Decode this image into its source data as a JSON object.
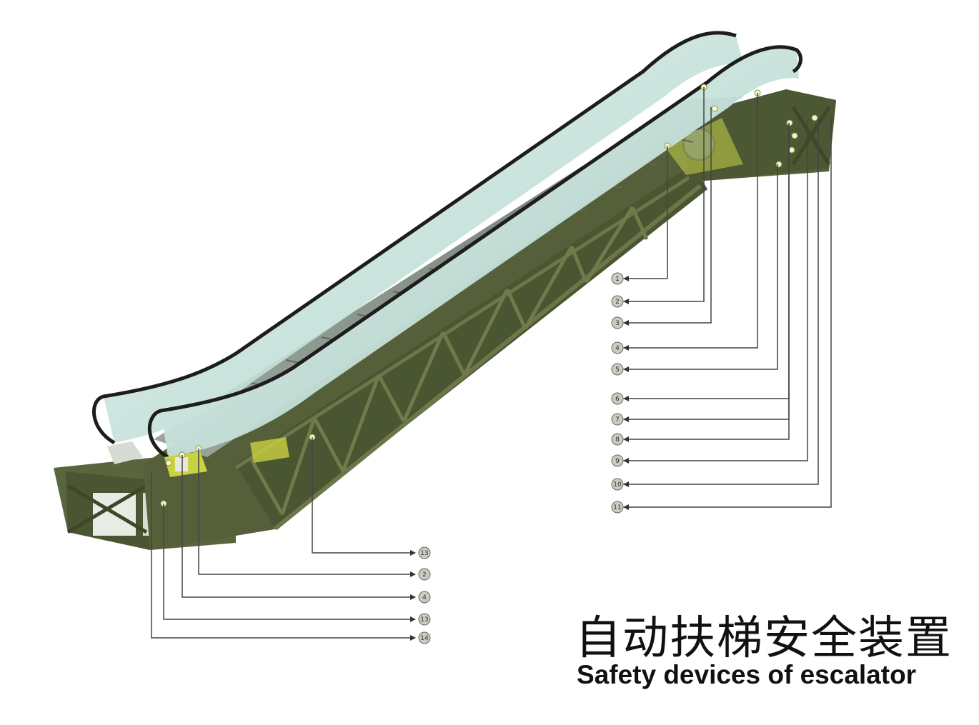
{
  "title_zh": "自动扶梯安全装置",
  "title_en": "Safety devices of escalator",
  "colors": {
    "truss": "#4f5a35",
    "truss_dark": "#3e4728",
    "glass": "#cde6e0",
    "handrail": "#1d1d1d",
    "steps": "#7d8a80",
    "leader": "#444444",
    "marker_fill": "#c9ccbf",
    "device_yellow": "#d8e04a"
  },
  "callouts_right": [
    "1",
    "2",
    "3",
    "4",
    "5",
    "6",
    "7",
    "8",
    "9",
    "10",
    "11"
  ],
  "callouts_bottom": [
    "13",
    "2",
    "4",
    "13",
    "14"
  ]
}
